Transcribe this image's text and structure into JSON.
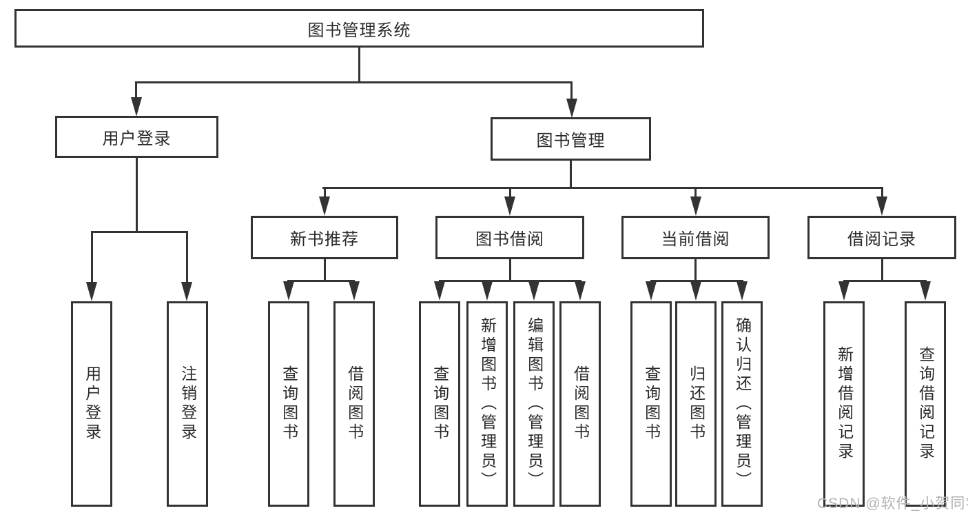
{
  "diagram": {
    "root": {
      "label": "图书管理系统"
    },
    "level2": {
      "user_login": {
        "label": "用户登录"
      },
      "book_management": {
        "label": "图书管理"
      }
    },
    "level3": {
      "new_book_recommend": {
        "label": "新书推荐"
      },
      "book_borrow": {
        "label": "图书借阅"
      },
      "current_borrow": {
        "label": "当前借阅"
      },
      "borrow_record": {
        "label": "借阅记录"
      }
    },
    "leaves": {
      "user_login_login": {
        "label": "用户登录"
      },
      "user_login_logout": {
        "label": "注销登录"
      },
      "recommend_query_book": {
        "label": "查询图书"
      },
      "recommend_borrow_book": {
        "label": "借阅图书"
      },
      "borrow_query_book": {
        "label": "查询图书"
      },
      "borrow_add_book": {
        "label": "新增图书（管理员）"
      },
      "borrow_edit_book": {
        "label": "编辑图书（管理员）"
      },
      "borrow_borrow_book": {
        "label": "借阅图书"
      },
      "current_query_book": {
        "label": "查询图书"
      },
      "current_return_book": {
        "label": "归还图书"
      },
      "current_confirm_return": {
        "label": "确认归还（管理员）"
      },
      "record_add_record": {
        "label": "新增借阅记录"
      },
      "record_query_record": {
        "label": "查询借阅记录"
      }
    },
    "watermark": "CSDN @软件_小贺同学",
    "colors": {
      "line": "#333333",
      "text": "#2a2a2a",
      "watermark": "#b3b3b3",
      "background": "#ffffff"
    }
  }
}
